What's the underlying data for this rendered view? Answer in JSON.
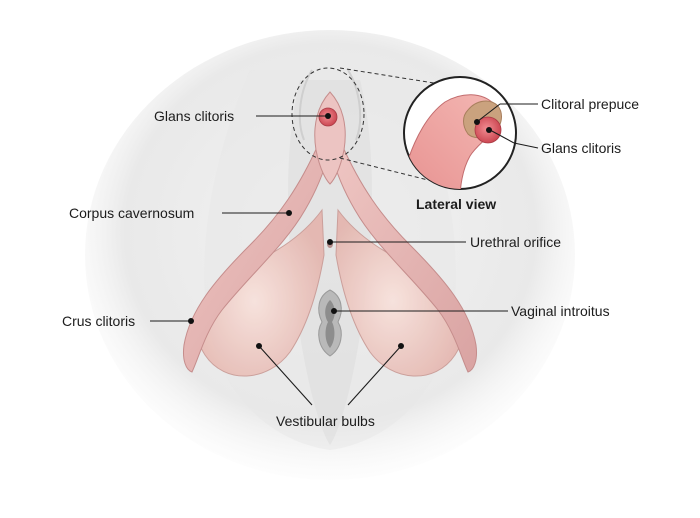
{
  "labels": {
    "glans_clitoris": "Glans clitoris",
    "corpus_cavernosum": "Corpus cavernosum",
    "crus_clitoris": "Crus clitoris",
    "urethral_orifice": "Urethral orifice",
    "vaginal_introitus": "Vaginal introitus",
    "vestibular_bulbs": "Vestibular bulbs",
    "clitoral_prepuce": "Clitoral prepuce",
    "inset_glans_clitoris": "Glans clitoris",
    "lateral_view": "Lateral view"
  },
  "colors": {
    "skin_shadow": "#ececec",
    "clitoral_tissue": "#e6b9b6",
    "bulb_tissue": "#efcdc6",
    "glans": "#d9535f",
    "prepuce": "#caa27e",
    "leader_line": "#1c1c1c"
  }
}
